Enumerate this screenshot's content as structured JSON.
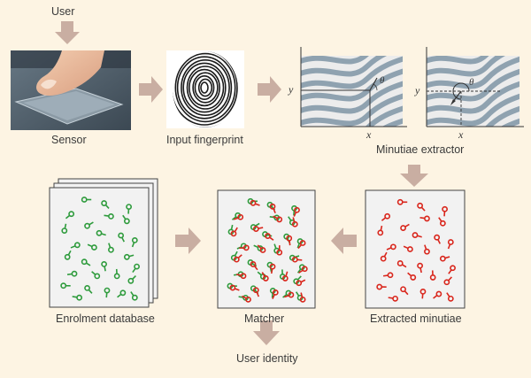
{
  "labels": {
    "user": "User",
    "sensor": "Sensor",
    "input_fingerprint": "Input fingerprint",
    "minutiae_extractor": "Minutiae extractor",
    "enrolment_database": "Enrolment database",
    "matcher": "Matcher",
    "extracted_minutiae": "Extracted minutiae",
    "user_identity": "User identity"
  },
  "axes": {
    "y": "y",
    "x": "x",
    "theta": "θ"
  },
  "colors": {
    "background": "#fdf4e3",
    "arrow": "#c9aea2",
    "ridge": "#8fa2b0",
    "panel": "#ececec",
    "enrol_minutiae": "#2e9b3c",
    "extracted_minutiae": "#d9261c"
  }
}
